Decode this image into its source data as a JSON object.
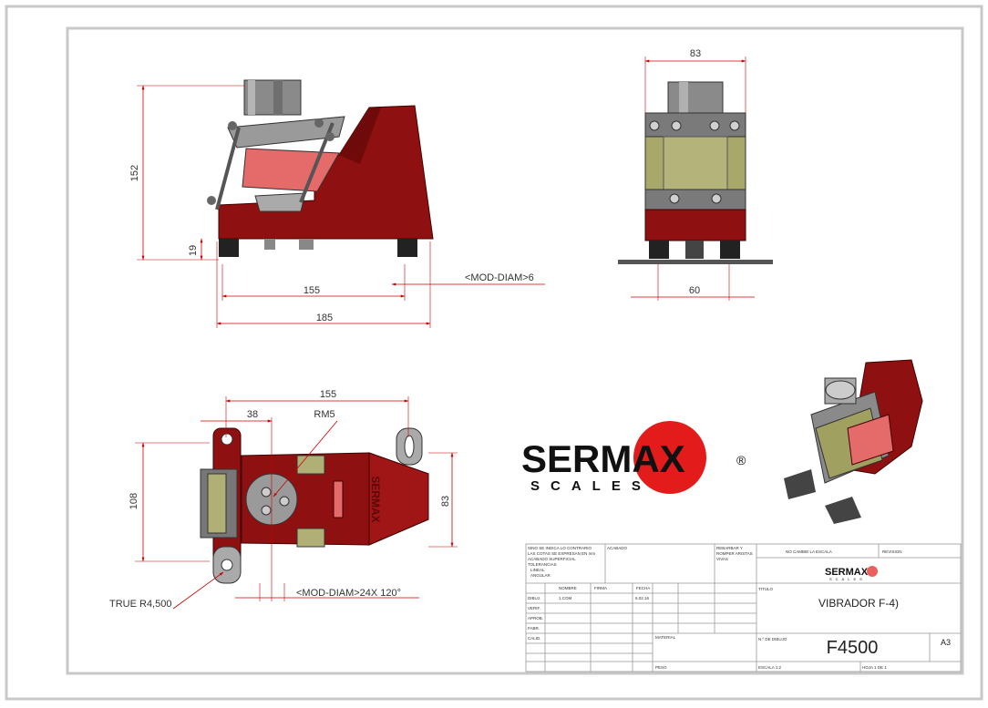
{
  "dimensions": {
    "front_height_total": "152",
    "front_height_small": "19",
    "front_width_inner": "155",
    "front_width_outer": "185",
    "front_mod_diam": "<MOD-DIAM>6",
    "side_top_width": "83",
    "side_bottom_width": "60",
    "top_width": "155",
    "top_offset": "38",
    "top_radius": "RM5",
    "top_height_left": "108",
    "top_height_right": "83",
    "top_true_radius": "TRUE R4,500",
    "top_mod_diam": "<MOD-DIAM>24X 120°",
    "stamp_text": "SERMAX"
  },
  "logo": {
    "main": "SERMAX",
    "sub": "SCALES",
    "registered": "®"
  },
  "title_block": {
    "notes": [
      "SINO SE INDICA LO CONTRARIO",
      "LAS COTAS SE EXPRESAN EN mm",
      "ACABADO SUPERFICIAL",
      "TOLERANCIAS",
      "LINEAL",
      "ANGULAR"
    ],
    "finish_label": "ACABADO",
    "edges_label": [
      "REBARBAR Y",
      "ROMPER ARISTAS",
      "VIVAS"
    ],
    "revision_header": "NO CAMBIE LA ESCALA",
    "revision_label": "REVISION",
    "row_labels": [
      "DIBUJ.",
      "VERIF.",
      "APROB.",
      "FABR.",
      "CALID."
    ],
    "col_name": "NOMBRE",
    "col_signature": "FIRMA",
    "col_date": "FECHA",
    "drawn_by": "1.COM",
    "drawn_date": "6.02.16",
    "title_label": "TITULO",
    "title": "VIBRADOR F-4)",
    "material_label": "MATERIAL",
    "drawing_no_label": "N.º DE DIBUJO",
    "drawing_no": "F4500",
    "size": "A3",
    "weight_label": "PESO",
    "scale_label": "ESCALA 1:2",
    "sheet_label": "HOJA 1 DE 1"
  }
}
